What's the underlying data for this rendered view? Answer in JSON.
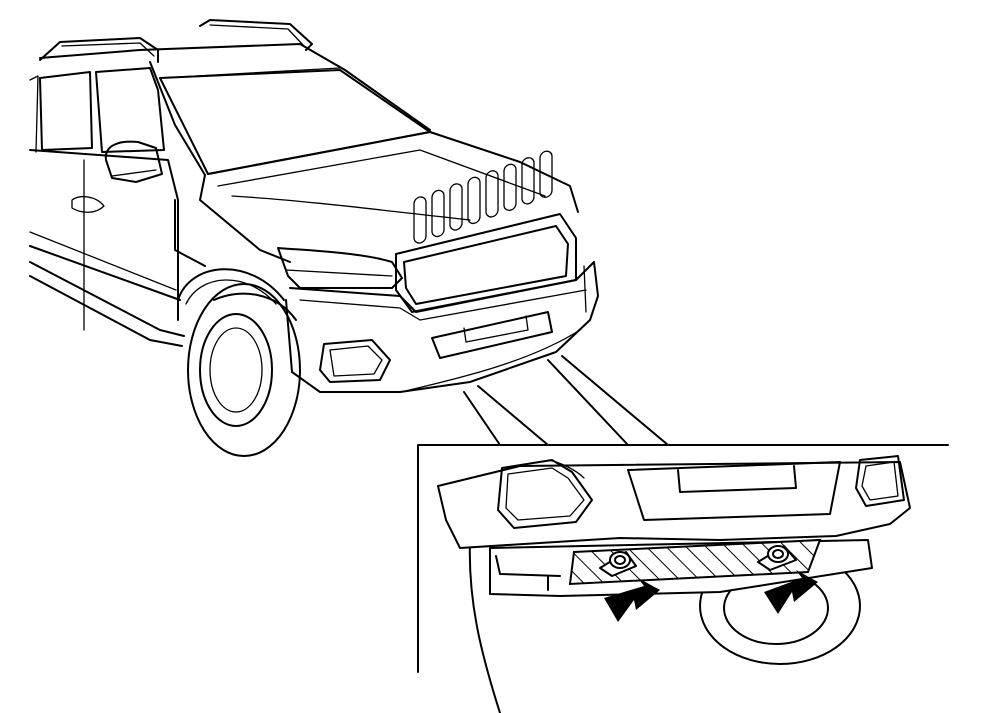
{
  "illustration": {
    "subject": "pickup-truck-front-three-quarter",
    "detail_callout": "front-bumper-underside-towing-points",
    "arrow_count": 2,
    "colors": {
      "line": "#000000",
      "background": "#ffffff",
      "hatch": "#000000"
    }
  }
}
